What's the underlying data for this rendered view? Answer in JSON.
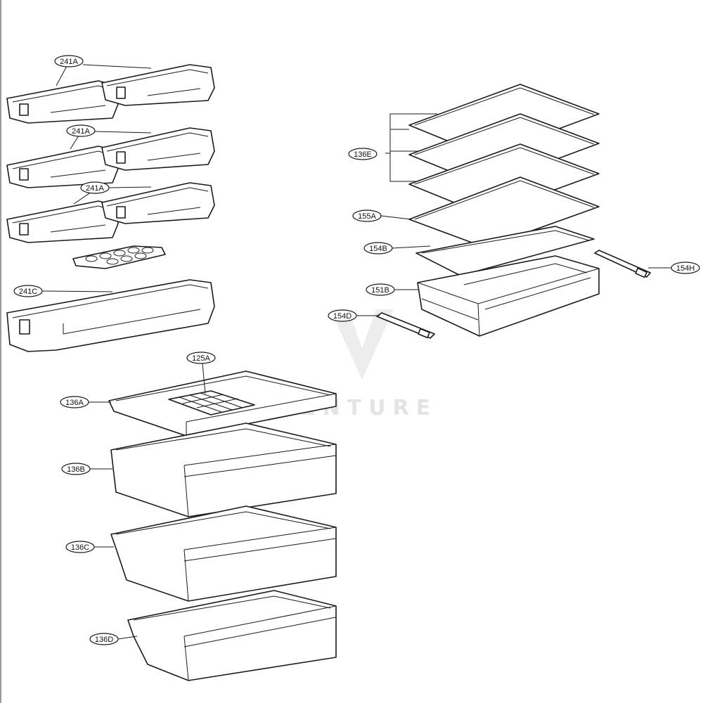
{
  "watermark": "VENTURE",
  "callouts": {
    "c241a_1": "241A",
    "c241a_2": "241A",
    "c241a_3": "241A",
    "c241c": "241C",
    "c136e": "136E",
    "c155a": "155A",
    "c154b": "154B",
    "c154h": "154H",
    "c151b": "151B",
    "c154d": "154D",
    "c125a": "125A",
    "c136a": "136A",
    "c136b": "136B",
    "c136c": "136C",
    "c136d": "136D"
  }
}
